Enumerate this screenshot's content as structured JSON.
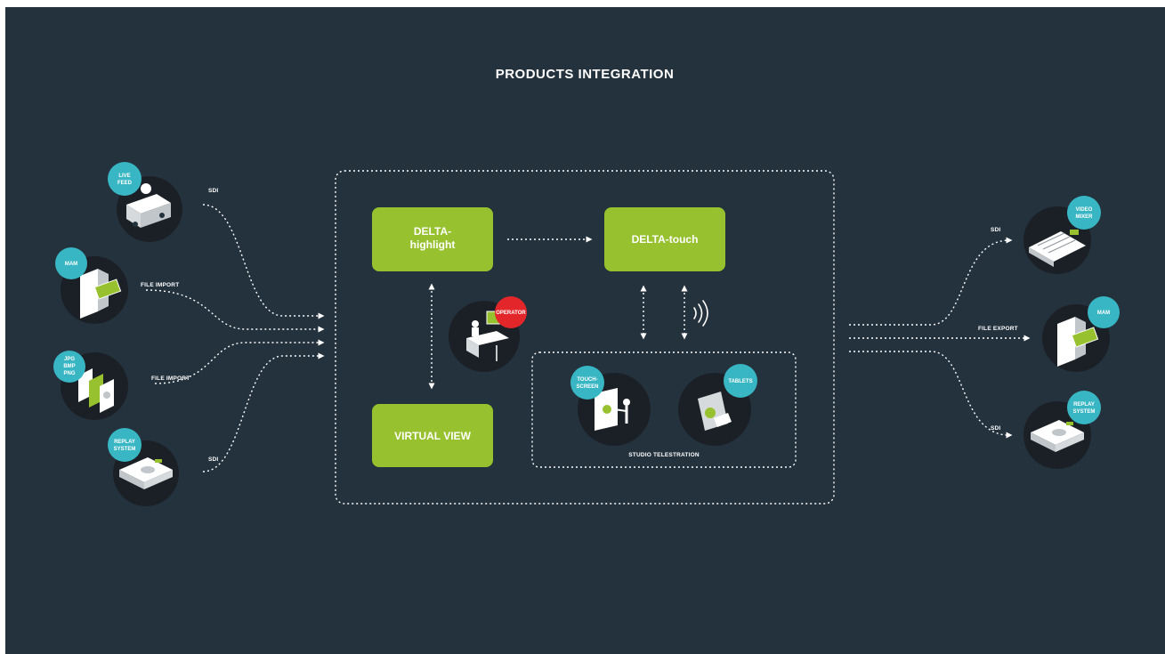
{
  "title": "PRODUCTS INTEGRATION",
  "colors": {
    "background": "#24323d",
    "node": "#1b2026",
    "badge": "#39b6c3",
    "operator_badge": "#e3262a",
    "product_box": "#97c12f"
  },
  "products": {
    "highlight_line1": "DELTA-",
    "highlight_line2": "highlight",
    "touch": "DELTA-touch",
    "virtual_view": "VIRTUAL VIEW"
  },
  "operator": {
    "badge": "OPERATOR",
    "icon": "operator-desk-icon"
  },
  "studio": {
    "caption": "STUDIO TELESTRATION",
    "touchscreen_l1": "TOUCH-",
    "touchscreen_l2": "SCREEN",
    "tablets": "TABLETS",
    "wireless_icon": "wireless-signal-icon"
  },
  "inputs": {
    "live_feed_l1": "LIVE",
    "live_feed_l2": "FEED",
    "mam": "MAM",
    "images_l1": "JPG",
    "images_l2": "BMP",
    "images_l3": "PNG",
    "replay_l1": "REPLAY",
    "replay_l2": "SYSTEM"
  },
  "input_links": {
    "sdi_top": "SDI",
    "file_import_1": "FILE IMPORT",
    "file_import_2": "FILE IMPORT",
    "sdi_bottom": "SDI"
  },
  "outputs": {
    "video_mixer_l1": "VIDEO",
    "video_mixer_l2": "MIXER",
    "mam": "MAM",
    "replay_l1": "REPLAY",
    "replay_l2": "SYSTEM"
  },
  "output_links": {
    "sdi_top": "SDI",
    "file_export": "FILE EXPORT",
    "sdi_bottom": "SDI"
  }
}
